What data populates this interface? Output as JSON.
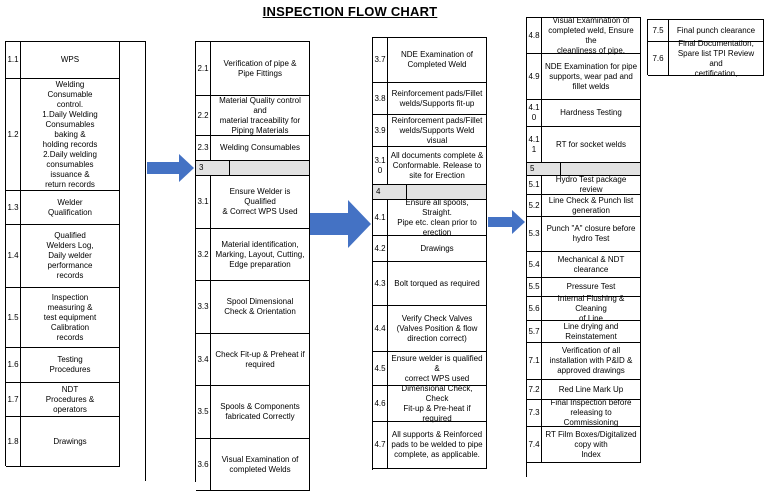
{
  "title": "INSPECTION FLOW CHART",
  "colors": {
    "arrow": "#4472C4",
    "shade": "#e2e2e2"
  },
  "col1": [
    {
      "num": "1.1",
      "text": "WPS"
    },
    {
      "num": "1.2",
      "text": "Welding\nConsumable\ncontrol.\n1.Daily Welding\nConsumables\nbaking &\nholding records\n2.Daily welding\nconsumables\nissuance &\nreturn records"
    },
    {
      "num": "1.3",
      "text": "Welder\nQualification"
    },
    {
      "num": "1.4",
      "text": "Qualified\nWelders Log,\nDaily welder\nperformance\nrecords"
    },
    {
      "num": "1.5",
      "text": "Inspection\nmeasuring &\ntest equipment\nCalibration\nrecords"
    },
    {
      "num": "1.6",
      "text": "Testing\nProcedures"
    },
    {
      "num": "1.7",
      "text": "NDT\nProcedures &\noperators"
    },
    {
      "num": "1.8",
      "text": "Drawings"
    }
  ],
  "col2": [
    {
      "num": "2.1",
      "text": "Verification of pipe &\nPipe Fittings"
    },
    {
      "num": "2.2",
      "text": "Material Quality control and\nmaterial traceability for\nPiping Materials"
    },
    {
      "num": "2.3",
      "text": "Welding Consumables"
    },
    {
      "num": "3",
      "text": ""
    },
    {
      "num": "3.1",
      "text": "Ensure Welder is Qualified\n& Correct WPS Used"
    },
    {
      "num": "3.2",
      "text": "Material identification,\nMarking, Layout, Cutting,\nEdge preparation"
    },
    {
      "num": "3.3",
      "text": "Spool Dimensional\nCheck & Orientation"
    },
    {
      "num": "3.4",
      "text": "Check Fit-up & Preheat if\nrequired"
    },
    {
      "num": "3.5",
      "text": "Spools & Components\nfabricated Correctly"
    },
    {
      "num": "3.6",
      "text": "Visual Examination of\ncompleted Welds"
    }
  ],
  "col3": [
    {
      "num": "3.7",
      "text": "NDE Examination of\nCompleted Weld"
    },
    {
      "num": "3.8",
      "text": "Reinforcement pads/Fillet\nwelds/Supports fit-up"
    },
    {
      "num": "3.9",
      "text": "Reinforcement pads/Fillet\nwelds/Supports Weld visual"
    },
    {
      "num": "3.1\n0",
      "text": "All documents complete &\nConformable. Release to\nsite for Erection"
    },
    {
      "num": "4",
      "text": ""
    },
    {
      "num": "4.1",
      "text": "Ensure all spools, Straight.\nPipe etc. clean prior to\nerection"
    },
    {
      "num": "4.2",
      "text": "Drawings"
    },
    {
      "num": "4.3",
      "text": "Bolt torqued as required"
    },
    {
      "num": "4.4",
      "text": "Verify Check Valves\n(Valves Position & flow\ndirection correct)"
    },
    {
      "num": "4.5",
      "text": "Ensure welder is qualified &\ncorrect WPS used"
    },
    {
      "num": "4.6",
      "text": "Dimensional Check, Check\nFit-up & Pre-heat if required"
    },
    {
      "num": "4.7",
      "text": "All supports & Reinforced\npads to be welded to pipe\ncomplete, as applicable."
    }
  ],
  "col4": [
    {
      "num": "4.8",
      "text": "Visual Examination of\ncompleted weld, Ensure the\ncleanliness of pipe."
    },
    {
      "num": "4.9",
      "text": "NDE Examination for pipe\nsupports, wear pad and\nfillet welds"
    },
    {
      "num": "4.1\n0",
      "text": "Hardness Testing"
    },
    {
      "num": "4.1\n1",
      "text": "RT for socket welds"
    },
    {
      "num": "5",
      "text": ""
    },
    {
      "num": "5.1",
      "text": "Hydro Test package review"
    },
    {
      "num": "5.2",
      "text": "Line Check & Punch list\ngeneration"
    },
    {
      "num": "5.3",
      "text": "Punch \"A\" closure before\nhydro Test"
    },
    {
      "num": "5.4",
      "text": "Mechanical & NDT\nclearance"
    },
    {
      "num": "5.5",
      "text": "Pressure Test"
    },
    {
      "num": "5.6",
      "text": "Internal Flushing & Cleaning\nof Line"
    },
    {
      "num": "5.7",
      "text": "Line drying and\nReinstatement"
    },
    {
      "num": "7.1",
      "text": "Verification of all\ninstallation with P&ID &\napproved drawings"
    },
    {
      "num": "7.2",
      "text": "Red Line Mark Up"
    },
    {
      "num": "7.3",
      "text": "Final Inspection before\nreleasing to Commissioning"
    },
    {
      "num": "7.4",
      "text": "RT Film Boxes/Digitalized\ncopy  with\nIndex"
    }
  ],
  "col5": [
    {
      "num": "7.5",
      "text": "Final punch clearance"
    },
    {
      "num": "7.6",
      "text": "Final Documentation,\nSpare list TPI Review and\ncertification,"
    }
  ]
}
